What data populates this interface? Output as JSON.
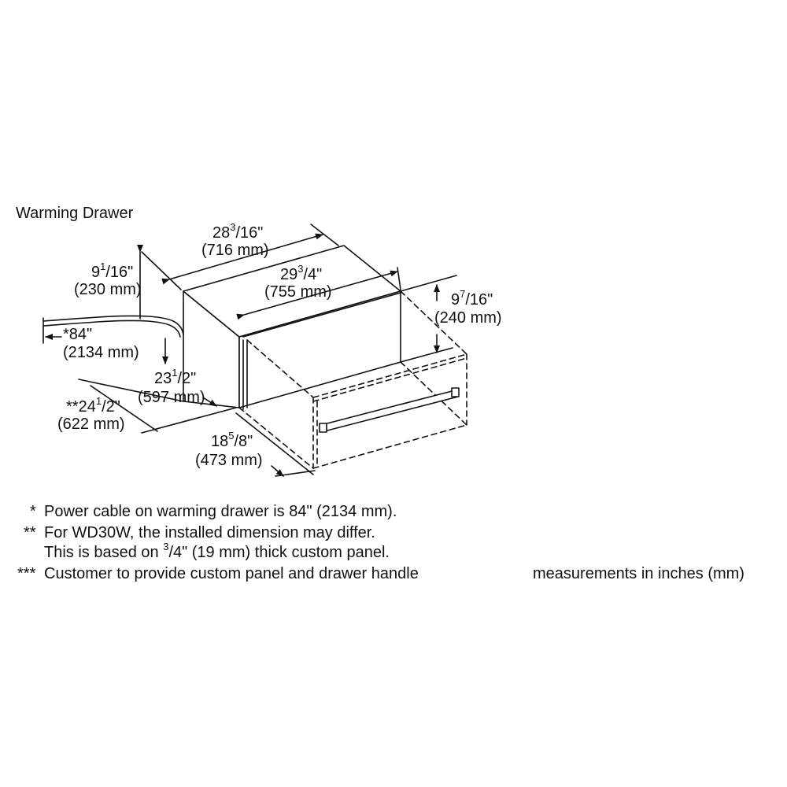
{
  "title": "Warming Drawer",
  "dimensions": {
    "depth_overall": {
      "whole": "28",
      "num": "3",
      "den": "/16\"",
      "mm": "(716 mm)"
    },
    "width": {
      "whole": "29",
      "num": "3",
      "den": "/4\"",
      "mm": "(755 mm)"
    },
    "back_height": {
      "whole": "9",
      "num": "1",
      "den": "/16\"",
      "mm": "(230 mm)"
    },
    "front_height": {
      "whole": "9",
      "num": "7",
      "den": "/16\"",
      "mm": "(240 mm)"
    },
    "cable": {
      "prefix": "*",
      "value": "84\"",
      "mm": "(2134 mm)"
    },
    "depth_body": {
      "whole": "23",
      "num": "1",
      "den": "/2\"",
      "mm": "(597 mm)"
    },
    "depth_installed": {
      "prefix": "**",
      "whole": "24",
      "num": "1",
      "den": "/2\"",
      "mm": "(622 mm)"
    },
    "drawer_open": {
      "whole": "18",
      "num": "5",
      "den": "/8\"",
      "mm": "(473 mm)"
    }
  },
  "notes": {
    "note1_marker": "*",
    "note1": "Power cable on warming drawer is 84\" (2134 mm).",
    "note2_marker": "**",
    "note2_line1": "For WD30W, the installed dimension may differ.",
    "note2_line2_a": "This is based on ",
    "note2_line2_num": "3",
    "note2_line2_b": "/4\" (19 mm) thick custom panel.",
    "note3_marker": "***",
    "note3": "Customer to provide custom panel and drawer handle"
  },
  "units_note": "measurements in inches (mm)"
}
